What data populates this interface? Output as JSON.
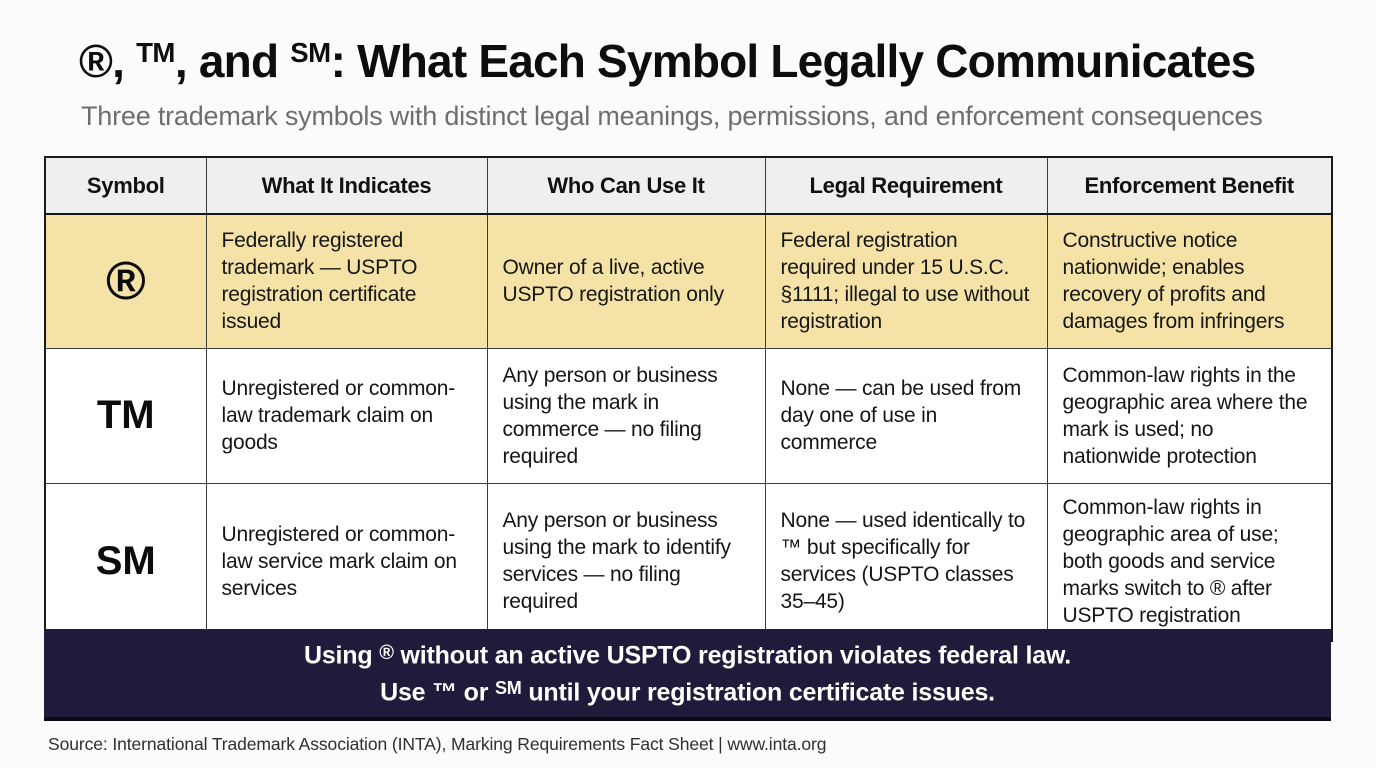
{
  "title": {
    "reg_symbol": "®",
    "comma1": ", ",
    "tm_symbol": "TM",
    "comma2": ", and ",
    "sm_symbol": "SM",
    "rest": ": What Each Symbol Legally Communicates"
  },
  "subtitle": "Three trademark symbols with distinct legal meanings, permissions, and enforcement consequences",
  "table": {
    "headers": [
      "Symbol",
      "What It Indicates",
      "Who Can Use It",
      "Legal Requirement",
      "Enforcement Benefit"
    ],
    "rows": [
      {
        "symbol": "®",
        "indicates": "Federally registered trademark — USPTO registration certificate issued",
        "who_can_use": "Owner of a live, active USPTO registration only",
        "legal_requirement": "Federal registration required under 15 U.S.C. §1111; illegal to use without registration",
        "enforcement_benefit": "Constructive notice nationwide; enables recovery of profits and damages from infringers",
        "highlighted": true
      },
      {
        "symbol": "TM",
        "indicates": "Unregistered or common-law trademark claim on goods",
        "who_can_use": "Any person or business using the mark in commerce — no filing required",
        "legal_requirement": "None — can be used from day one of use in commerce",
        "enforcement_benefit": "Common-law rights in the geographic area where the mark is used; no nationwide protection",
        "highlighted": false
      },
      {
        "symbol": "SM",
        "indicates": "Unregistered or common-law service mark claim on services",
        "who_can_use": "Any person or business using the mark to identify services — no filing required",
        "legal_requirement": "None — used identically to ™ but specifically for services (USPTO classes 35–45)",
        "enforcement_benefit": "Common-law rights in geographic area of use; both goods and service marks switch to ® after USPTO registration",
        "highlighted": false
      }
    ]
  },
  "banner": {
    "line1_prefix": "Using ",
    "line1_reg_symbol": "®",
    "line1_suffix": " without an active USPTO registration violates federal law.",
    "line2_prefix": "Use ™ or ",
    "line2_sm_symbol": "SM",
    "line2_suffix": " until your registration certificate issues."
  },
  "source_line": "Source: International Trademark Association (INTA), Marking Requirements Fact Sheet | www.inta.org",
  "colors": {
    "page_background": "#fbfbfb",
    "header_row_bg": "#efefef",
    "highlight_row_bg": "#f4e2a6",
    "banner_bg": "#1f1b3a",
    "banner_text": "#ffffff",
    "title_text": "#0d0d0d",
    "subtitle_text": "#6e6e6e",
    "body_text": "#161616",
    "border_dark": "#1a1a1a"
  }
}
